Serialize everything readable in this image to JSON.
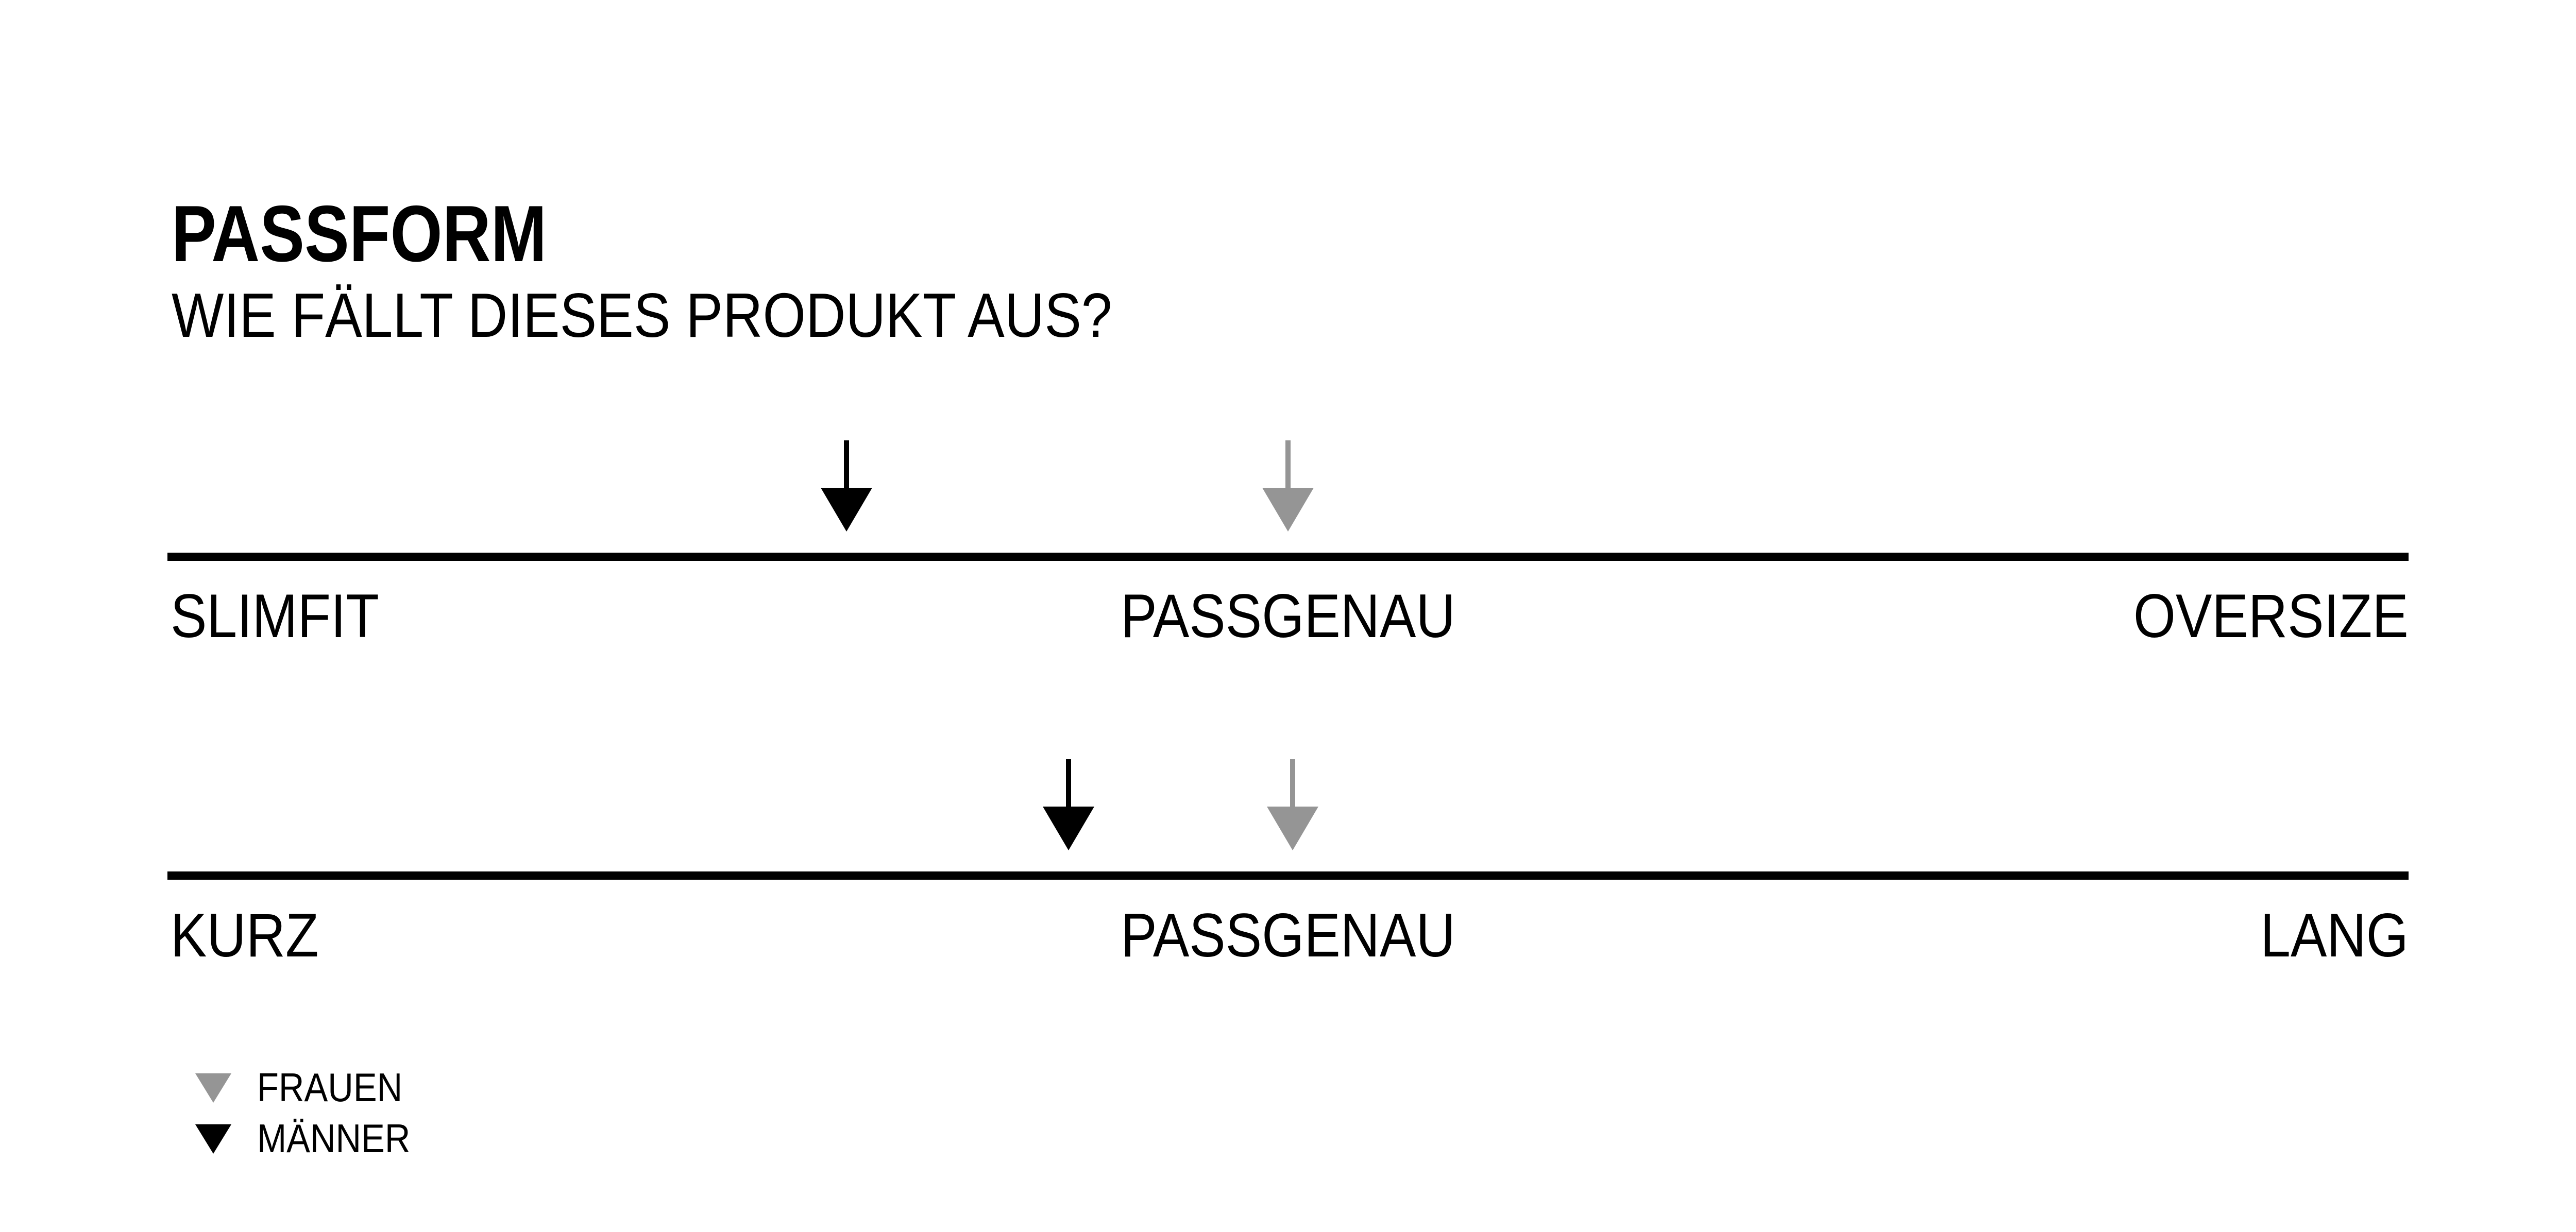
{
  "chart_data": {
    "type": "linear-scale-marker-diagram",
    "title": "PASSFORM",
    "subtitle": "WIE FÄLLT DIESES PRODUKT AUS?",
    "colors": {
      "men_marker": "#000000",
      "women_marker": "#959595",
      "axis": "#000000",
      "background": "#ffffff"
    },
    "scales": [
      {
        "id": "weite",
        "left_label": "SLIMFIT",
        "center_label": "PASSGENAU",
        "right_label": "OVERSIZE",
        "markers": [
          {
            "group": "MÄNNER",
            "color": "#000000",
            "position_pct": 30.3
          },
          {
            "group": "FRAUEN",
            "color": "#959595",
            "position_pct": 50.0
          }
        ]
      },
      {
        "id": "laenge",
        "left_label": "KURZ",
        "center_label": "PASSGENAU",
        "right_label": "LANG",
        "markers": [
          {
            "group": "MÄNNER",
            "color": "#000000",
            "position_pct": 40.2
          },
          {
            "group": "FRAUEN",
            "color": "#959595",
            "position_pct": 50.2
          }
        ]
      }
    ],
    "legend": [
      {
        "label": "FRAUEN",
        "color": "#959595"
      },
      {
        "label": "MÄNNER",
        "color": "#000000"
      }
    ]
  }
}
